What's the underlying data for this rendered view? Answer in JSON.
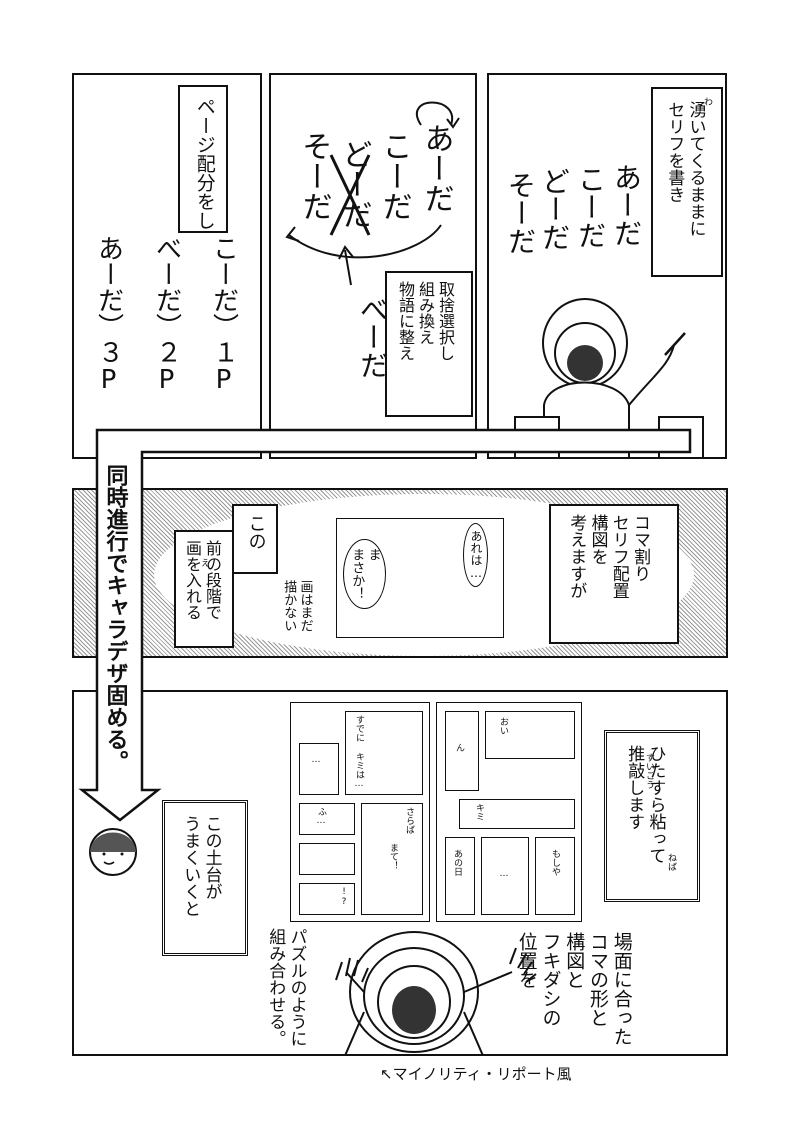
{
  "row1": {
    "panel_left": {
      "box_text": "ページ配分をし",
      "col1": "こーだ）１P",
      "col2": "べーだ）２P",
      "col3": "あーだ）３P"
    },
    "panel_mid": {
      "col_a": "あーだ",
      "col_ko": "こーだ",
      "col_do": "どーだ",
      "col_so": "そーだ",
      "col_be": "べーだ",
      "box_text": "取捨選択し\n組み換え\n物語に整え"
    },
    "panel_right": {
      "box_text": "湧いてくるままに\nセリフを書き",
      "ruby_waku": "わ",
      "col_a": "あーだ",
      "col_ko": "こーだ",
      "col_do": "どーだ",
      "col_so": "そーだ"
    }
  },
  "arrow_text": "同時進行でキャラデザ固める。",
  "row2": {
    "box_kono": "この",
    "box_text": "前の段階で\n画を入れる",
    "ruby_e": "え",
    "note": "画はまだ\n描かない",
    "bubble1": "あれは…",
    "bubble2": "ま\nまさか！",
    "right_box": "コマ割り\nセリフ配置\n構図を\n考えますが"
  },
  "row3": {
    "left_box": "この土台が\nうまくいくと",
    "right_box": "ひたすら粘って\n推敲します",
    "ruby_neba": "ねば",
    "ruby_suikou": "すいこう",
    "bottom_text": "場面に合った\nコマの形と\n構図と\nフキダシの\n位置を",
    "puzzle_text": "パズルのように\n組み合わせる。",
    "mini_bubbles": [
      "すでに\nキミは…",
      "…",
      "ふ…",
      "さらば",
      "まて！",
      "!?",
      "おい",
      "ん",
      "キミ",
      "あの日",
      "…",
      "もしや"
    ],
    "caption": "↖マイノリティ・リポート風"
  }
}
